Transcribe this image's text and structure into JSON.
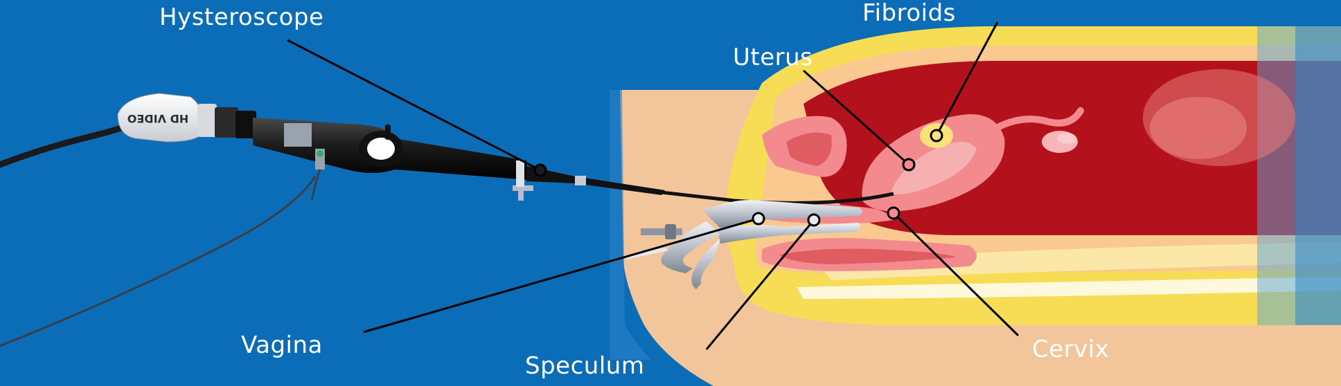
{
  "labels": {
    "hysteroscope": "Hysteroscope",
    "fibroids": "Fibroids",
    "uterus": "Uterus",
    "vagina": "Vagina",
    "speculum": "Speculum",
    "cervix": "Cervix"
  },
  "device_text": "HD VIDEO",
  "colors": {
    "background": "#0b6cb8",
    "skin": "#f3c59a",
    "fat": "#f7dc55",
    "tissue_red": "#b3121c",
    "organ_pink": "#f28a8e",
    "instrument_black": "#1b1b1b",
    "steel": "#c9ced6",
    "label_text": "#ffffff",
    "pointer_line": "#000000"
  }
}
